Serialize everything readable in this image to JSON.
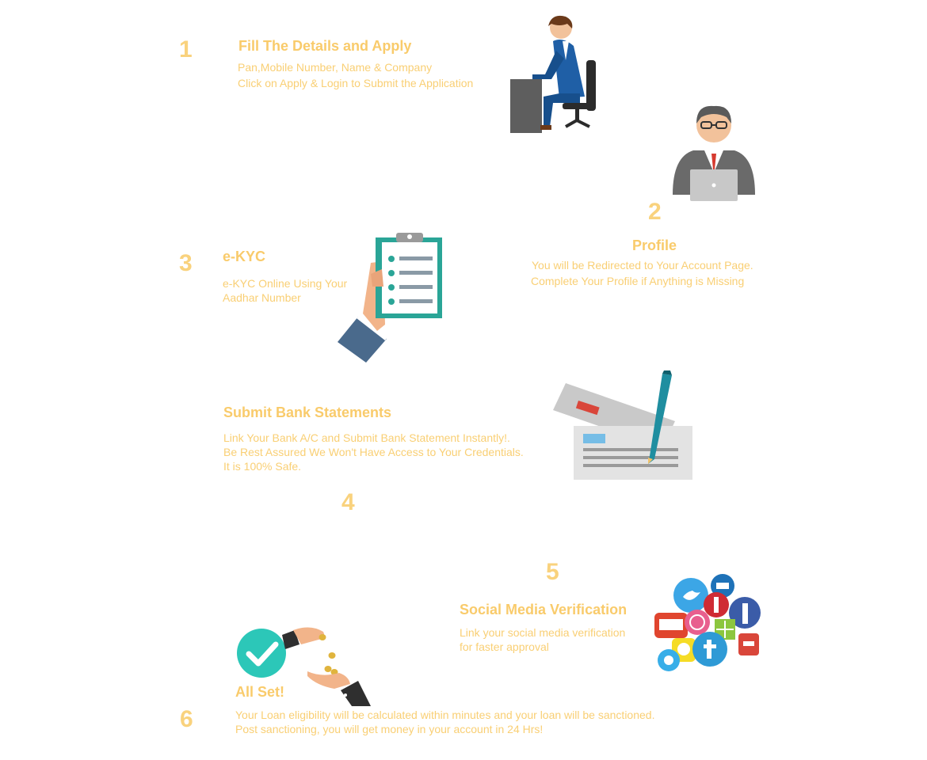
{
  "colors": {
    "accent_text": "#f9cb6b",
    "accent_number": "#f9d27d",
    "background": "#ffffff"
  },
  "steps": [
    {
      "number": "1",
      "title": "Fill The Details and Apply",
      "lines": [
        "Pan,Mobile Number, Name & Company",
        "Click on Apply & Login to Submit the Application"
      ],
      "illustration": "person-at-desk-icon"
    },
    {
      "number": "2",
      "title": "Profile",
      "lines": [
        "You will be Redirected to Your Account Page.",
        "Complete Your Profile if Anything is Missing"
      ],
      "illustration": "businessman-laptop-icon"
    },
    {
      "number": "3",
      "title": "e-KYC",
      "lines": [
        "e-KYC Online Using Your",
        "Aadhar Number"
      ],
      "illustration": "clipboard-checklist-icon"
    },
    {
      "number": "4",
      "title": "Submit Bank Statements",
      "lines": [
        "Link Your Bank A/C and Submit Bank Statement Instantly!.",
        "Be Rest Assured We Won't Have Access to Your Credentials.",
        "It is 100% Safe."
      ],
      "illustration": "cheque-pen-icon"
    },
    {
      "number": "5",
      "title": "Social Media Verification",
      "lines": [
        "Link your social media verification",
        "for faster approval"
      ],
      "illustration": "social-media-icons-cluster"
    },
    {
      "number": "6",
      "title": "All Set!",
      "lines": [
        "Your Loan eligibility will be calculated within minutes and your loan will be sanctioned.",
        "Post sanctioning, you will get money in your account in 24 Hrs!"
      ],
      "illustration": "checkmark-coins-hands-icon"
    }
  ]
}
